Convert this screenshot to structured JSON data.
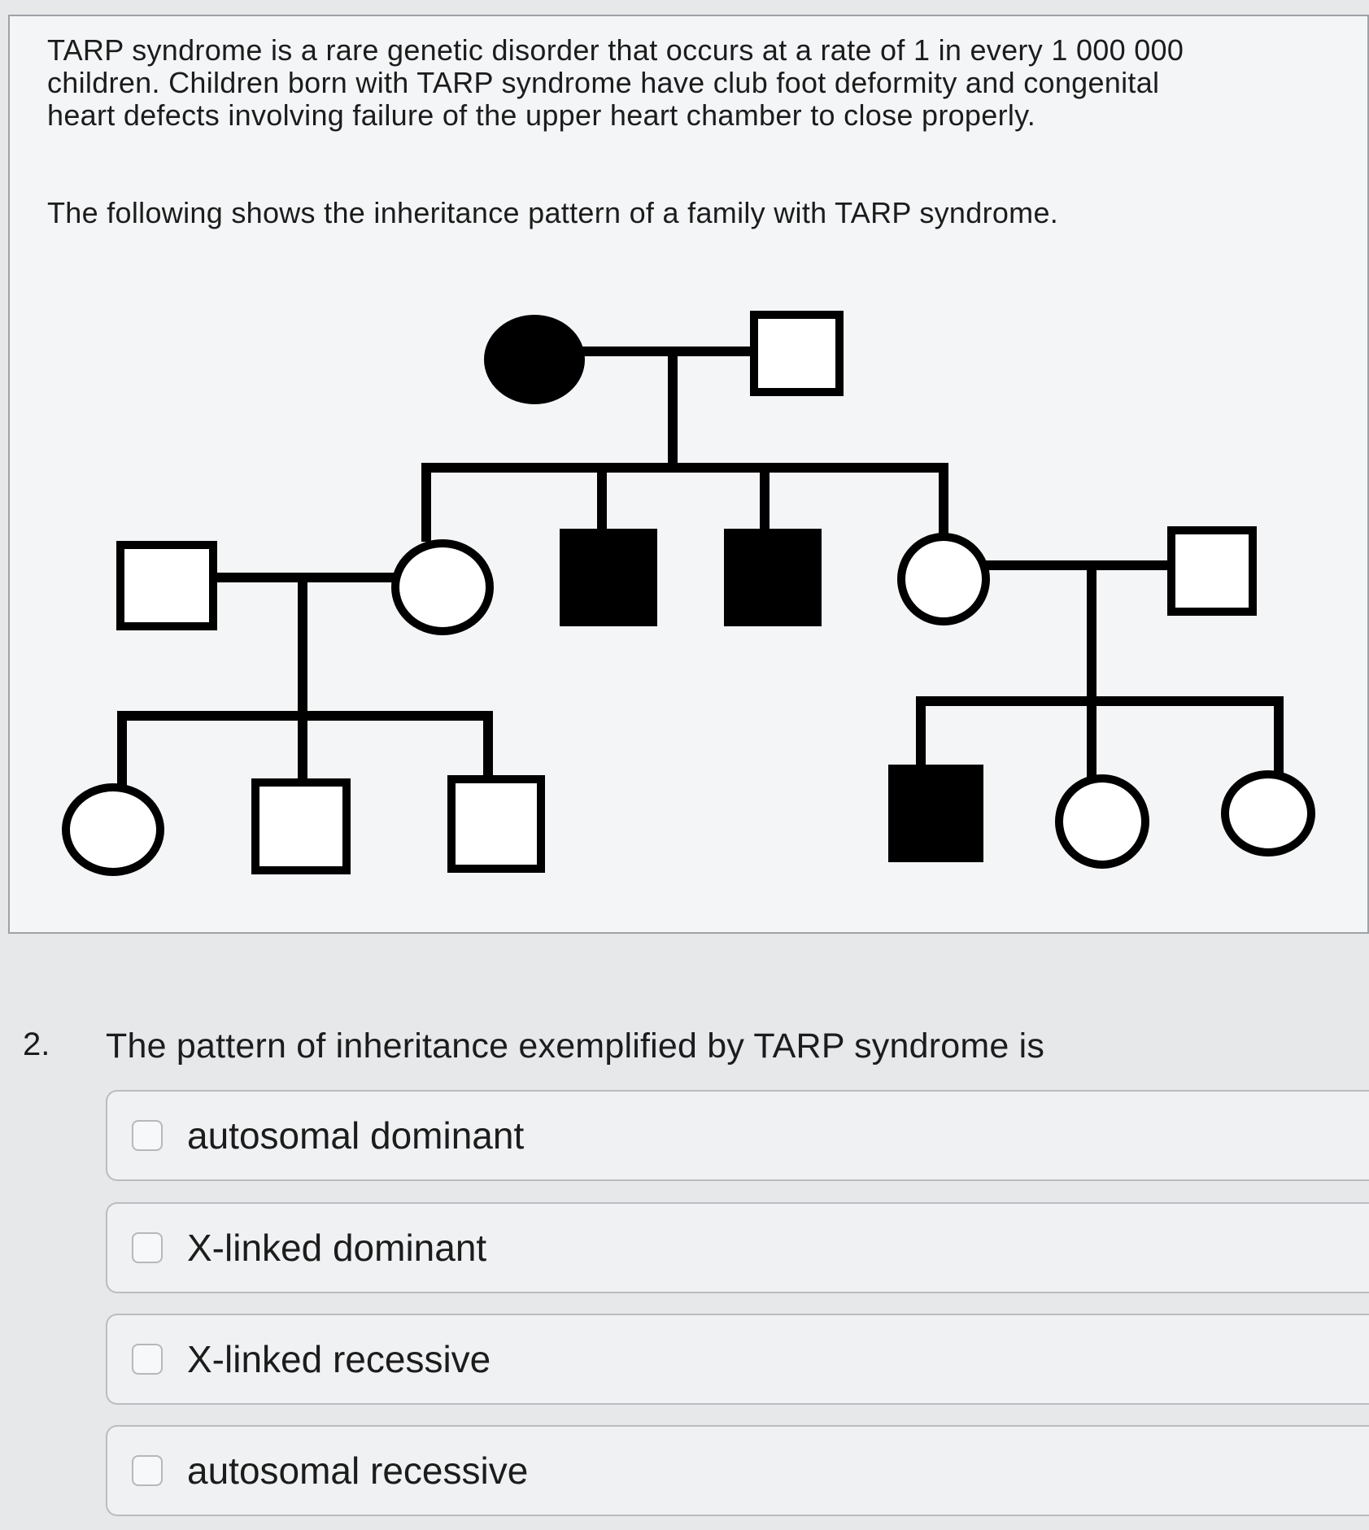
{
  "stimulus": {
    "intro": "TARP syndrome is a rare genetic disorder that occurs at a rate of 1 in every 1 000 000 children. Children born with TARP syndrome have club foot deformity and congenital heart defects involving failure of the upper heart chamber to close properly.",
    "lead": "The following shows the inheritance pattern of a family with TARP syndrome."
  },
  "pedigree": {
    "generation_1": [
      {
        "sex": "female",
        "affected": true
      },
      {
        "sex": "male",
        "affected": false
      }
    ],
    "generation_2": [
      {
        "sex": "male",
        "affected": false,
        "role": "spouse"
      },
      {
        "sex": "female",
        "affected": false
      },
      {
        "sex": "male",
        "affected": true
      },
      {
        "sex": "male",
        "affected": true
      },
      {
        "sex": "female",
        "affected": false
      },
      {
        "sex": "male",
        "affected": false,
        "role": "spouse"
      }
    ],
    "generation_3": [
      {
        "sex": "female",
        "affected": false
      },
      {
        "sex": "male",
        "affected": false
      },
      {
        "sex": "male",
        "affected": false
      },
      {
        "sex": "male",
        "affected": true
      },
      {
        "sex": "female",
        "affected": false
      },
      {
        "sex": "female",
        "affected": false
      }
    ],
    "colors": {
      "affected": "#000000",
      "unaffected": "#ffffff",
      "line": "#000000"
    }
  },
  "question": {
    "number": "2.",
    "text": "The pattern of inheritance exemplified by TARP syndrome is",
    "options": [
      {
        "label": "autosomal dominant",
        "checked": false
      },
      {
        "label": "X-linked dominant",
        "checked": false
      },
      {
        "label": "X-linked recessive",
        "checked": false
      },
      {
        "label": "autosomal recessive",
        "checked": false
      }
    ]
  }
}
